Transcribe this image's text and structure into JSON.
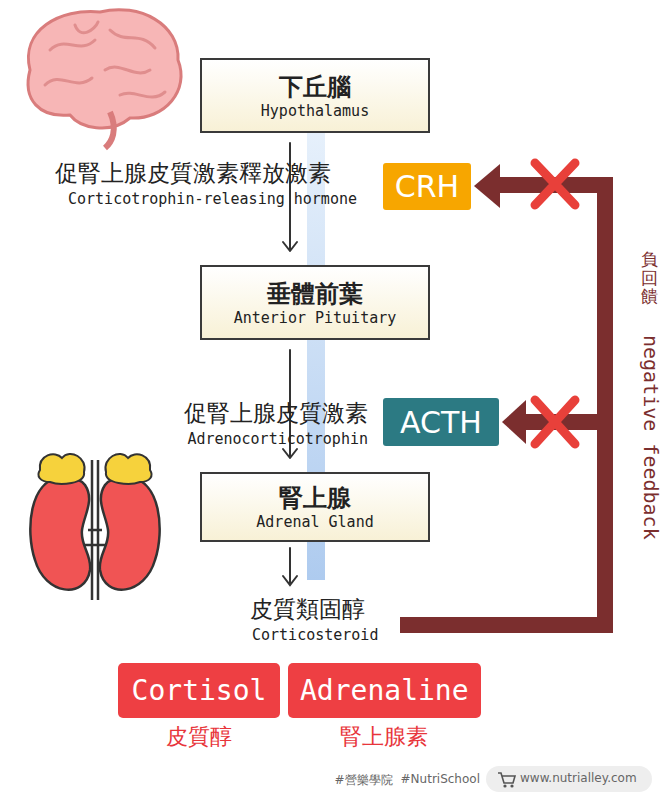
{
  "diagram": {
    "nodes": [
      {
        "text": [
          "下丘腦",
          "Hypothalamus"
        ]
      },
      {
        "text": [
          "CRH"
        ]
      },
      {
        "text": [
          "垂體前葉",
          "Anterior Pituitary"
        ]
      },
      {
        "text": [
          "ACTH"
        ]
      },
      {
        "text": [
          "腎上腺",
          "Adrenal Gland"
        ]
      },
      {
        "text": [
          "Cortisol",
          "皮質醇"
        ]
      },
      {
        "text": [
          "Adrenaline",
          "腎上腺素"
        ]
      }
    ],
    "edges": [
      {
        "from": 0,
        "to": 2,
        "arrow": "to"
      },
      {
        "from": 2,
        "to": 4,
        "arrow": "to"
      }
    ],
    "labels": [
      "促腎上腺皮質激素釋放激素",
      "Corticotrophin-releasing hormone",
      "促腎上腺皮質激素",
      "Adrenocorticotrophin",
      "皮質類固醇",
      "Corticosteroid",
      "負回饋",
      "negative feedback",
      "#營樂學院",
      "#NutriSchool",
      "www.nutrialley.com"
    ]
  }
}
